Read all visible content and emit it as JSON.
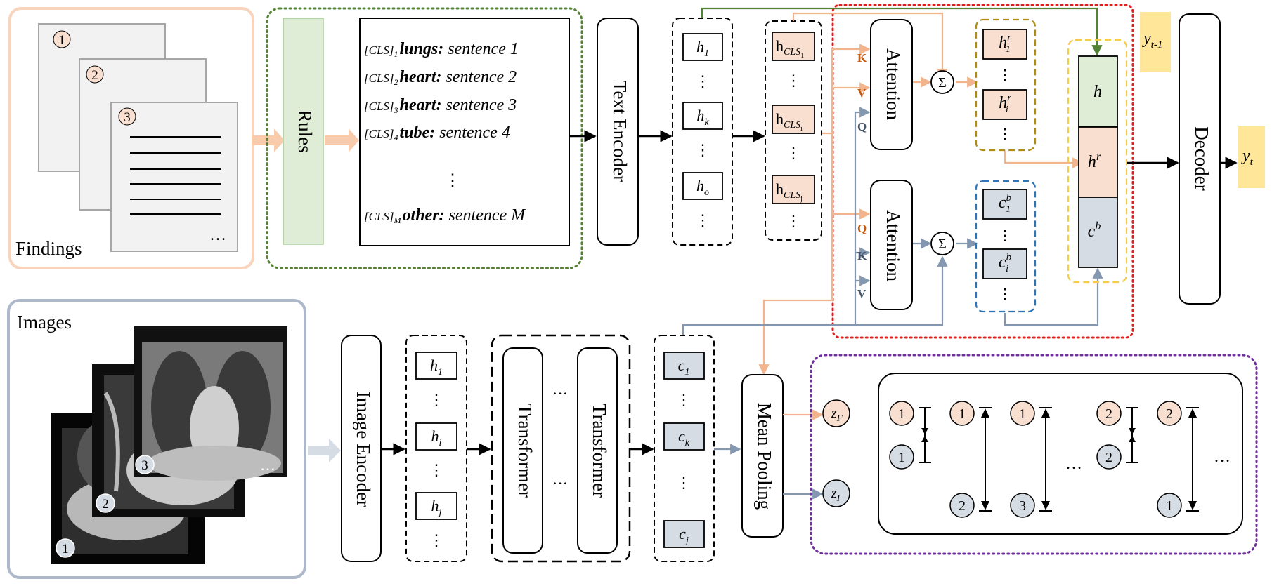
{
  "findings": {
    "title": "Findings",
    "doc_numbers": [
      "1",
      "2",
      "3"
    ],
    "ellipsis": "…"
  },
  "rules": {
    "label": "Rules"
  },
  "sentences": {
    "cls": "[CLS]",
    "rows": [
      {
        "sub": "1",
        "key": "lungs:",
        "text": " sentence 1"
      },
      {
        "sub": "2",
        "key": "heart:",
        "text": " sentence 2"
      },
      {
        "sub": "3",
        "key": "heart:",
        "text": " sentence 3"
      },
      {
        "sub": "4",
        "key": "tube:",
        "text": " sentence 4"
      },
      {
        "sub": "M",
        "key": "other:",
        "text": " sentence M"
      }
    ],
    "vdots": "⋮"
  },
  "text_encoder": {
    "label": "Text Encoder"
  },
  "text_hidden": {
    "base": "h",
    "subs": [
      "1",
      "k",
      "o"
    ]
  },
  "cls_hidden": {
    "base": "h",
    "prefix": "CLS",
    "subs": [
      "1",
      "i",
      "j"
    ]
  },
  "attention_top": {
    "label": "Attention",
    "inputs": [
      "K",
      "V",
      "Q"
    ]
  },
  "attention_bottom": {
    "label": "Attention",
    "inputs": [
      "Q",
      "K",
      "V"
    ]
  },
  "sum_symbol": "Σ",
  "hr_stack": {
    "base": "h",
    "sup": "r",
    "subs": [
      "1",
      "i"
    ]
  },
  "cb_stack": {
    "base": "c",
    "sup": "b",
    "subs": [
      "1",
      "i"
    ]
  },
  "concat": {
    "h": "h",
    "hr_base": "h",
    "hr_sup": "r",
    "cb_base": "c",
    "cb_sup": "b"
  },
  "prev_token": {
    "base": "y",
    "sub": "t-1"
  },
  "decoder": {
    "label": "Decoder"
  },
  "output_token": {
    "base": "y",
    "sub": "t"
  },
  "images": {
    "title": "Images",
    "numbers": [
      "1",
      "2",
      "3"
    ],
    "ellipsis": "…"
  },
  "image_encoder": {
    "label": "Image Encoder"
  },
  "image_hidden": {
    "base": "h",
    "subs": [
      "1",
      "i",
      "j"
    ]
  },
  "transformers": {
    "label": "Transformer",
    "ellipsis": "…"
  },
  "image_features": {
    "base": "c",
    "subs": [
      "1",
      "k",
      "j"
    ]
  },
  "mean_pooling": {
    "label": "Mean Pooling"
  },
  "z_findings": {
    "base": "z",
    "sub": "F"
  },
  "z_images": {
    "base": "z",
    "sub": "I"
  },
  "pairs": {
    "groups": [
      {
        "top": "1",
        "bottom": "1"
      },
      {
        "top": "1",
        "bottom": "2"
      },
      {
        "top": "1",
        "bottom": "3"
      },
      {
        "top": "2",
        "bottom": "2"
      },
      {
        "top": "2",
        "bottom": "1"
      }
    ],
    "ellipsis": "…"
  },
  "colors": {
    "peach_fill": "#f8dfd0",
    "peach_line": "#f2b48c",
    "green_fill": "#dfecd6",
    "green_dotted": "#548235",
    "gray_fill": "#d6dce4",
    "gray_line": "#8497b0",
    "red_dotted": "#e02020",
    "olive_dashed": "#b08c10",
    "blue_dashed": "#2e75b6",
    "yellow_dashed": "#f5cc4c",
    "yellow_fill": "#ffe699",
    "purple_dotted": "#7030a0",
    "orange_text": "#c55a11",
    "navy_text": "#44546a"
  }
}
